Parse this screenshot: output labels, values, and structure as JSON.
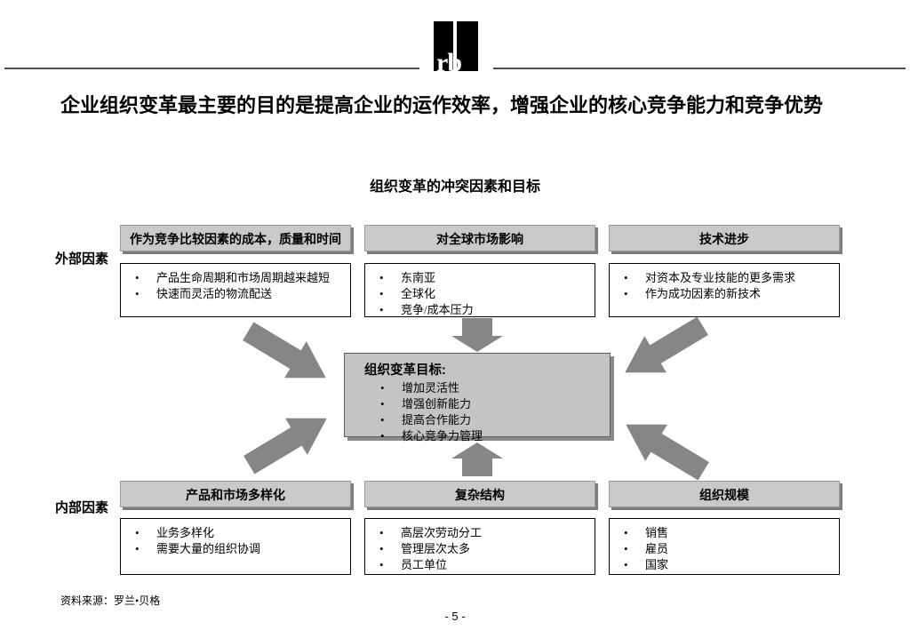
{
  "page": {
    "title": "企业组织变革最主要的目的是提高企业的运作效率，增强企业的核心竞争能力和竞争优势",
    "subtitle": "组织变革的冲突因素和目标",
    "logo_text": "rb",
    "source": "资料来源：罗兰•贝格",
    "page_number": "- 5 -"
  },
  "row_labels": {
    "external": "外部因素",
    "internal": "内部因素"
  },
  "external_factors": [
    {
      "header": "作为竞争比较因素的成本，质量和时间",
      "bullets": [
        "产品生命周期和市场周期越来越短",
        "快速而灵活的物流配送"
      ]
    },
    {
      "header": "对全球市场影响",
      "bullets": [
        "东南亚",
        "全球化",
        "竞争/成本压力"
      ]
    },
    {
      "header": "技术进步",
      "bullets": [
        "对资本及专业技能的更多需求",
        "作为成功因素的新技术"
      ]
    }
  ],
  "internal_factors": [
    {
      "header": "产品和市场多样化",
      "bullets": [
        "业务多样化",
        "需要大量的组织协调"
      ]
    },
    {
      "header": "复杂结构",
      "bullets": [
        "高层次劳动分工",
        "管理层次太多",
        "员工单位"
      ]
    },
    {
      "header": "组织规模",
      "bullets": [
        "销售",
        "雇员",
        "国家"
      ]
    }
  ],
  "goal_box": {
    "title": "组织变革目标:",
    "bullets": [
      "增加灵活性",
      "增强创新能力",
      "提高合作能力",
      "核心竞争力管理"
    ]
  },
  "colors": {
    "box_fill": "#c9c9c9",
    "goal_fill": "#c4c4c4",
    "shadow": "#7d7d7d",
    "arrow": "#868686",
    "rule": "#4f4f4f"
  }
}
